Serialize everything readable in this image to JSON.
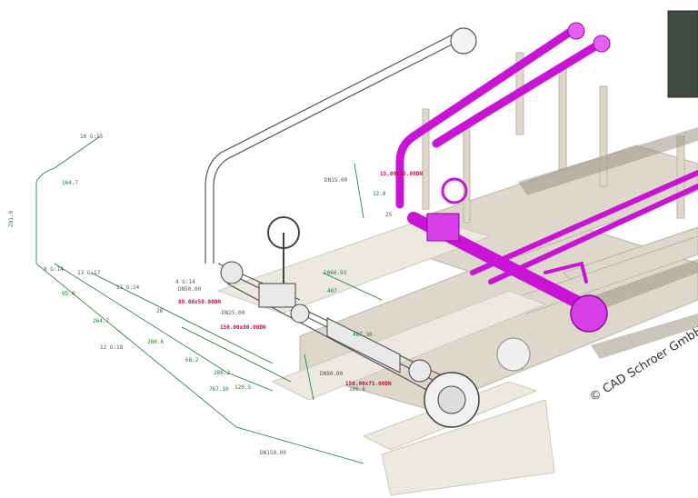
{
  "copyright": "© CAD Schroer GmbH",
  "annotations": {
    "dn15": "DN15.00",
    "red_top": "15.00x15.00DN",
    "dn50": "DN50.00",
    "red_80": "80.00x50.00DN",
    "red_150a": "150.00x80.00DN",
    "dn80": "DN80.00",
    "red_150b": "150.00x75.00DN",
    "dn150": "DN150.00",
    "dn25": "DN25.00"
  },
  "dimensions": [
    "291.9",
    "164.7",
    "95.0",
    "264.7",
    "280.6",
    "286.2",
    "767.10",
    "68.2",
    "120.5",
    "1066.93",
    "467",
    "487.30",
    "106.6",
    "12.8"
  ],
  "weld_tags": [
    "4 G:14",
    "8 G:14",
    "10 G:15",
    "11 G:14",
    "12 G:18",
    "13 G:17",
    "26",
    "25"
  ],
  "colors": {
    "magenta": "#c914d6",
    "steel": "#d8d2c4",
    "dimension": "#1f7a36",
    "callout": "#c0143c",
    "panel": "#3f4a40"
  }
}
